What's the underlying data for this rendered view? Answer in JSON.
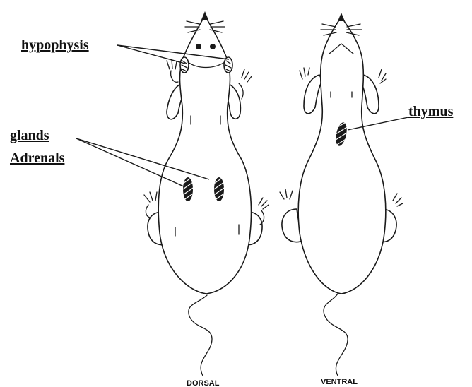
{
  "labels": {
    "hypophysis": "hypophysis",
    "glands": "glands",
    "adrenals": "Adrenals",
    "thymus": "thymus"
  },
  "captions": {
    "dorsal": "DORSAL",
    "ventral": "VENTRAL"
  },
  "colors": {
    "ink": "#1a1a1a",
    "background": "#ffffff"
  }
}
